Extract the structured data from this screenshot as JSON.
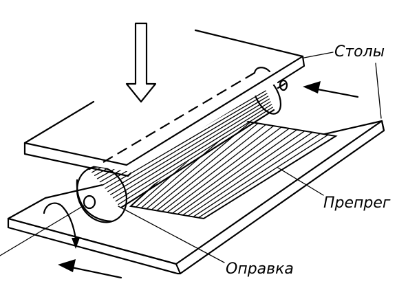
{
  "labels": {
    "tables": "Столы",
    "prepreg": "Препрег",
    "mandrel": "Оправка"
  },
  "icons": {
    "press_arrow": "arrow-down-icon",
    "feed_arrow_top": "arrow-left-icon",
    "feed_arrow_bottom": "arrow-left-icon",
    "rotation_arrow": "rotation-arrow-icon"
  },
  "colors": {
    "line": "#000000",
    "background": "#ffffff"
  }
}
